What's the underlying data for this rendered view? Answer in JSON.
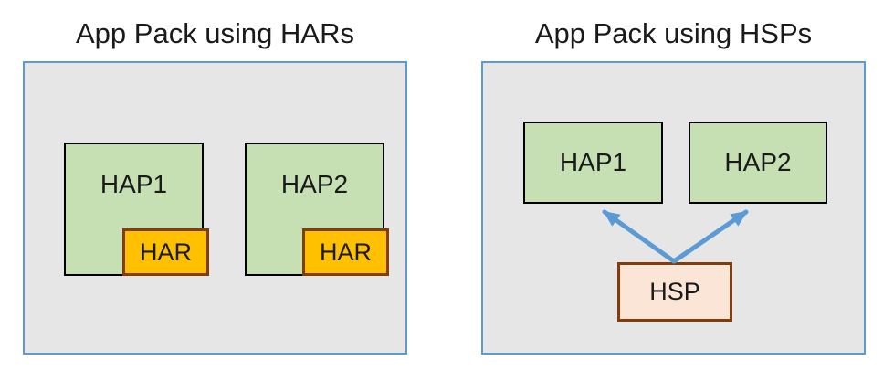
{
  "left_panel": {
    "title": "App Pack using HARs",
    "hap1_label": "HAP1",
    "hap2_label": "HAP2",
    "har1_label": "HAR",
    "har2_label": "HAR"
  },
  "right_panel": {
    "title": "App Pack using HSPs",
    "hap1_label": "HAP1",
    "hap2_label": "HAP2",
    "hsp_label": "HSP"
  },
  "colors": {
    "panel_fill": "#E7E6E6",
    "panel_border": "#5B9BD5",
    "hap_fill": "#C6E0B4",
    "hap_border": "#000000",
    "har_fill": "#FFC000",
    "har_border": "#843C0C",
    "hsp_fill": "#FBE5D6",
    "hsp_border": "#843C0C",
    "arrow": "#5B9BD5",
    "title_text": "#1A1A1A"
  }
}
